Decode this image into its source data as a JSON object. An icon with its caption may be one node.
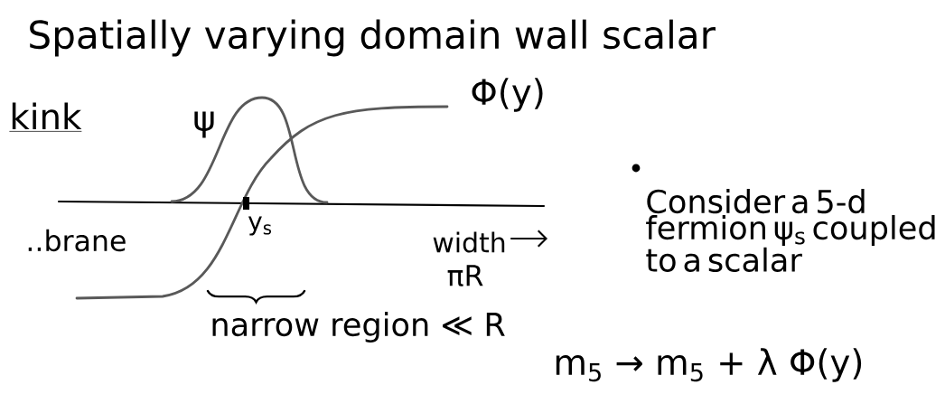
{
  "diagram": {
    "title": "Spatially varying domain wall scalar",
    "labels": [
      "kink",
      "ψ",
      "Φ(y)",
      "y$_{s}$",
      "..brane",
      "width",
      "πR",
      "narrow region ≪ R",
      "Consider a 5-d fermion ψ$_{s}$ coupled to a scalar",
      "m$_{5}$ → m$_{5}$ + λ Φ(y)"
    ]
  }
}
